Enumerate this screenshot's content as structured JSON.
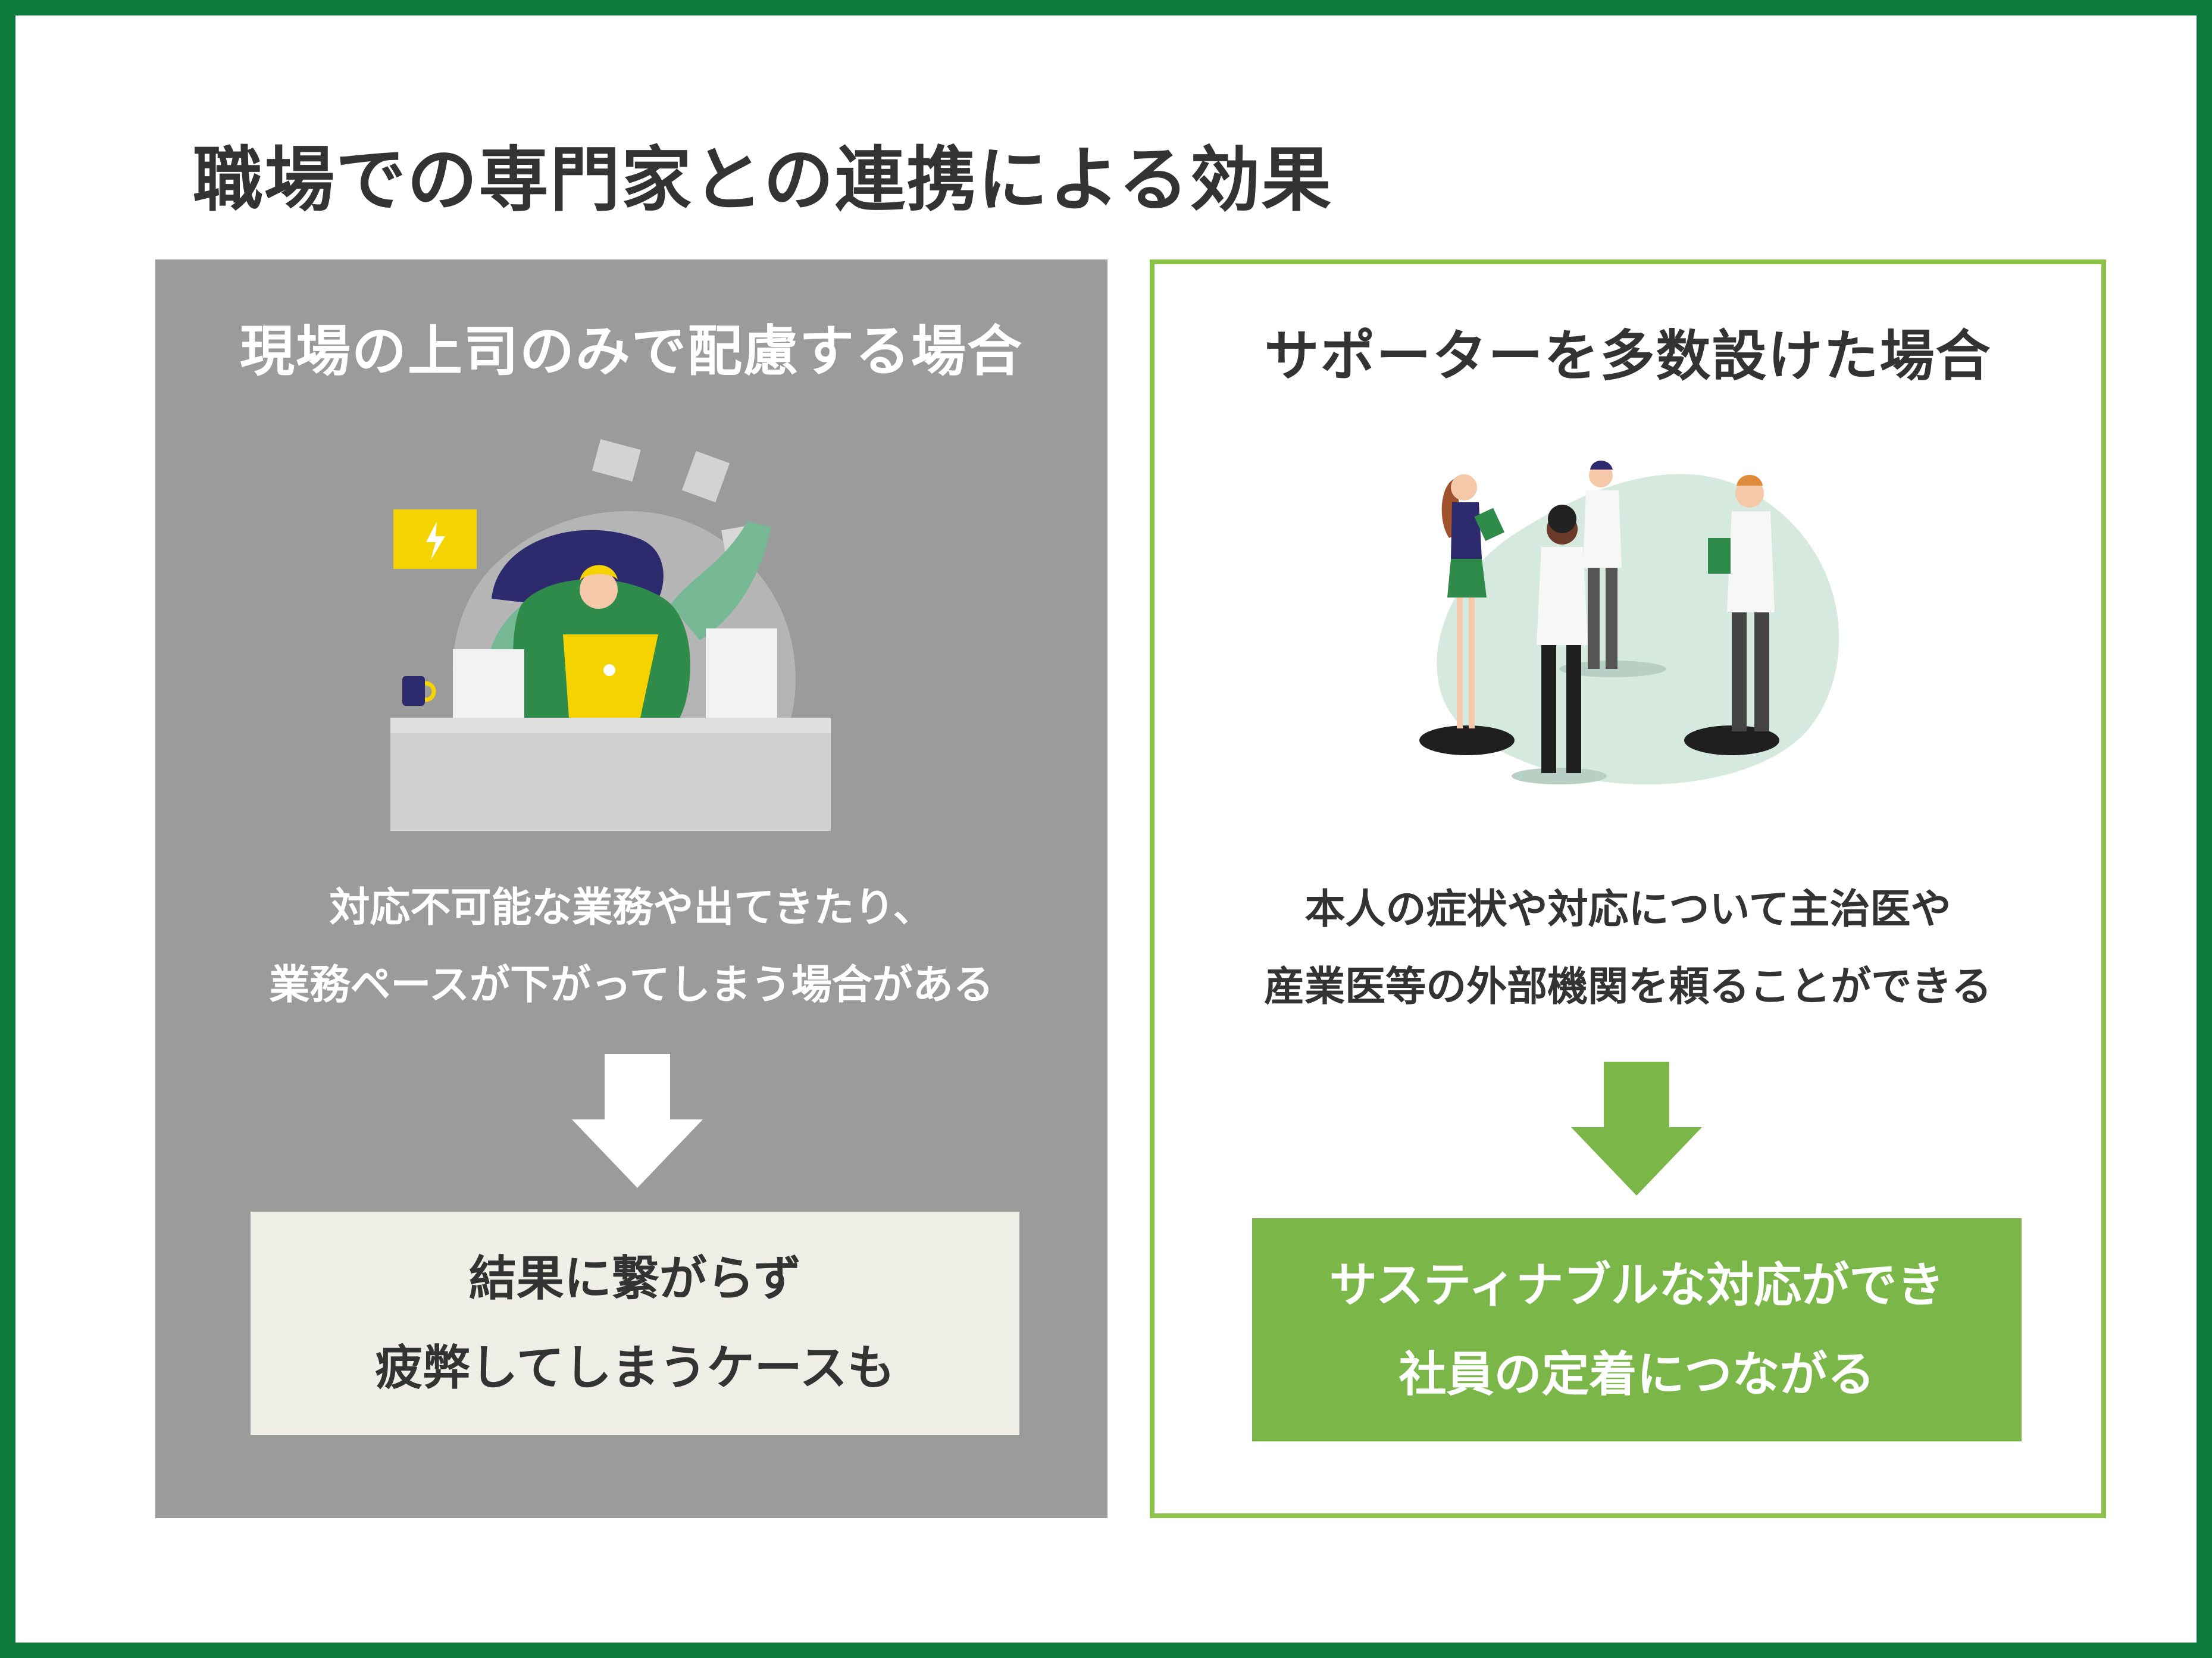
{
  "title": "職場での専門家との連携による効果",
  "colors": {
    "frame": "#0b7a3b",
    "left_panel": "#9b9b9b",
    "right_border": "#8bc34a",
    "right_result": "#7ab648",
    "left_result": "#eeeee6"
  },
  "left": {
    "heading": "現場の上司のみで配慮する場合",
    "description": [
      "対応不可能な業務や出てきたり、",
      "業務ペースが下がってしまう場合がある"
    ],
    "result": [
      "結果に繋がらず",
      "疲弊してしまうケースも"
    ],
    "illustration": "overwhelmed-worker-illustration",
    "arrow": "white-down-arrow"
  },
  "right": {
    "heading": "サポーターを多数設けた場合",
    "description": [
      "本人の症状や対応について主治医や",
      "産業医等の外部機関を頼ることができる"
    ],
    "result": [
      "サスティナブルな対応ができ",
      "社員の定着につながる"
    ],
    "illustration": "team-discussion-illustration",
    "arrow": "green-down-arrow"
  }
}
